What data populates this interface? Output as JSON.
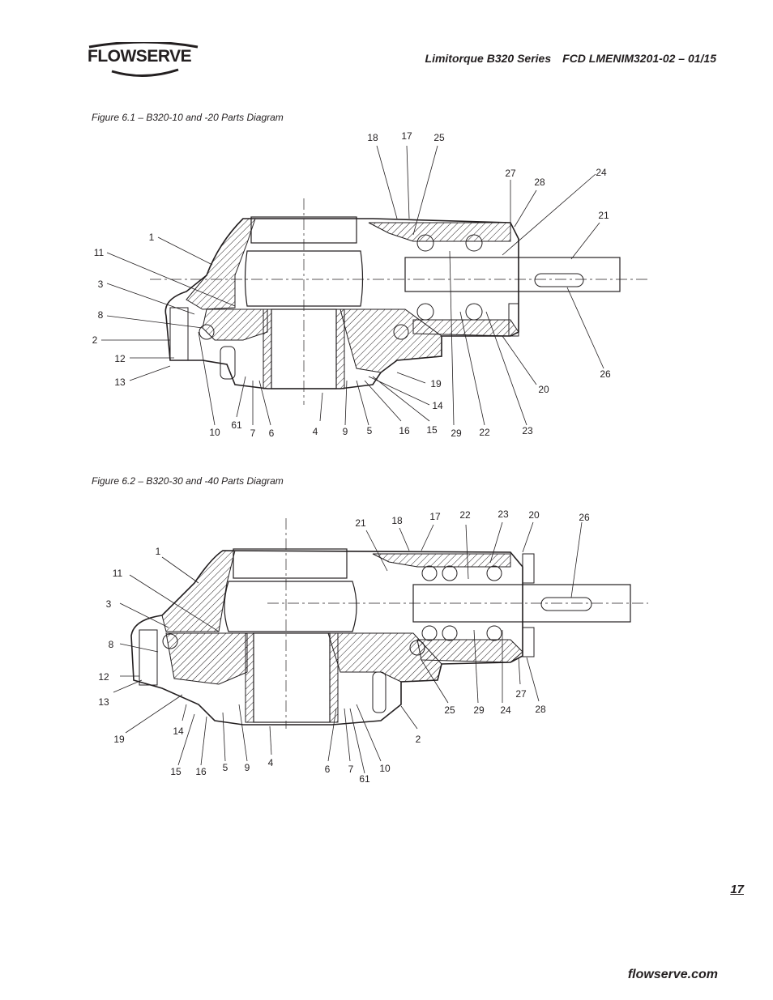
{
  "header": {
    "brand": "FLOWSERVE",
    "product": "Limitorque B320 Series",
    "document_code": "FCD LMENIM3201-02 – 01/15"
  },
  "figures": [
    {
      "caption": "Figure 6.1 – B320-10 and -20 Parts Diagram",
      "part_labels": [
        "18",
        "17",
        "25",
        "27",
        "28",
        "24",
        "21",
        "1",
        "11",
        "3",
        "8",
        "2",
        "12",
        "13",
        "19",
        "14",
        "20",
        "26",
        "10",
        "61",
        "7",
        "6",
        "4",
        "9",
        "5",
        "16",
        "15",
        "29",
        "22",
        "23"
      ]
    },
    {
      "caption": "Figure 6.2 – B320-30 and -40 Parts Diagram",
      "part_labels": [
        "21",
        "18",
        "17",
        "22",
        "23",
        "20",
        "26",
        "1",
        "11",
        "3",
        "8",
        "12",
        "13",
        "19",
        "14",
        "15",
        "16",
        "5",
        "9",
        "4",
        "6",
        "7",
        "61",
        "10",
        "2",
        "25",
        "29",
        "24",
        "27",
        "28"
      ]
    }
  ],
  "footer": {
    "page_number": "17",
    "url": "flowserve.com"
  }
}
